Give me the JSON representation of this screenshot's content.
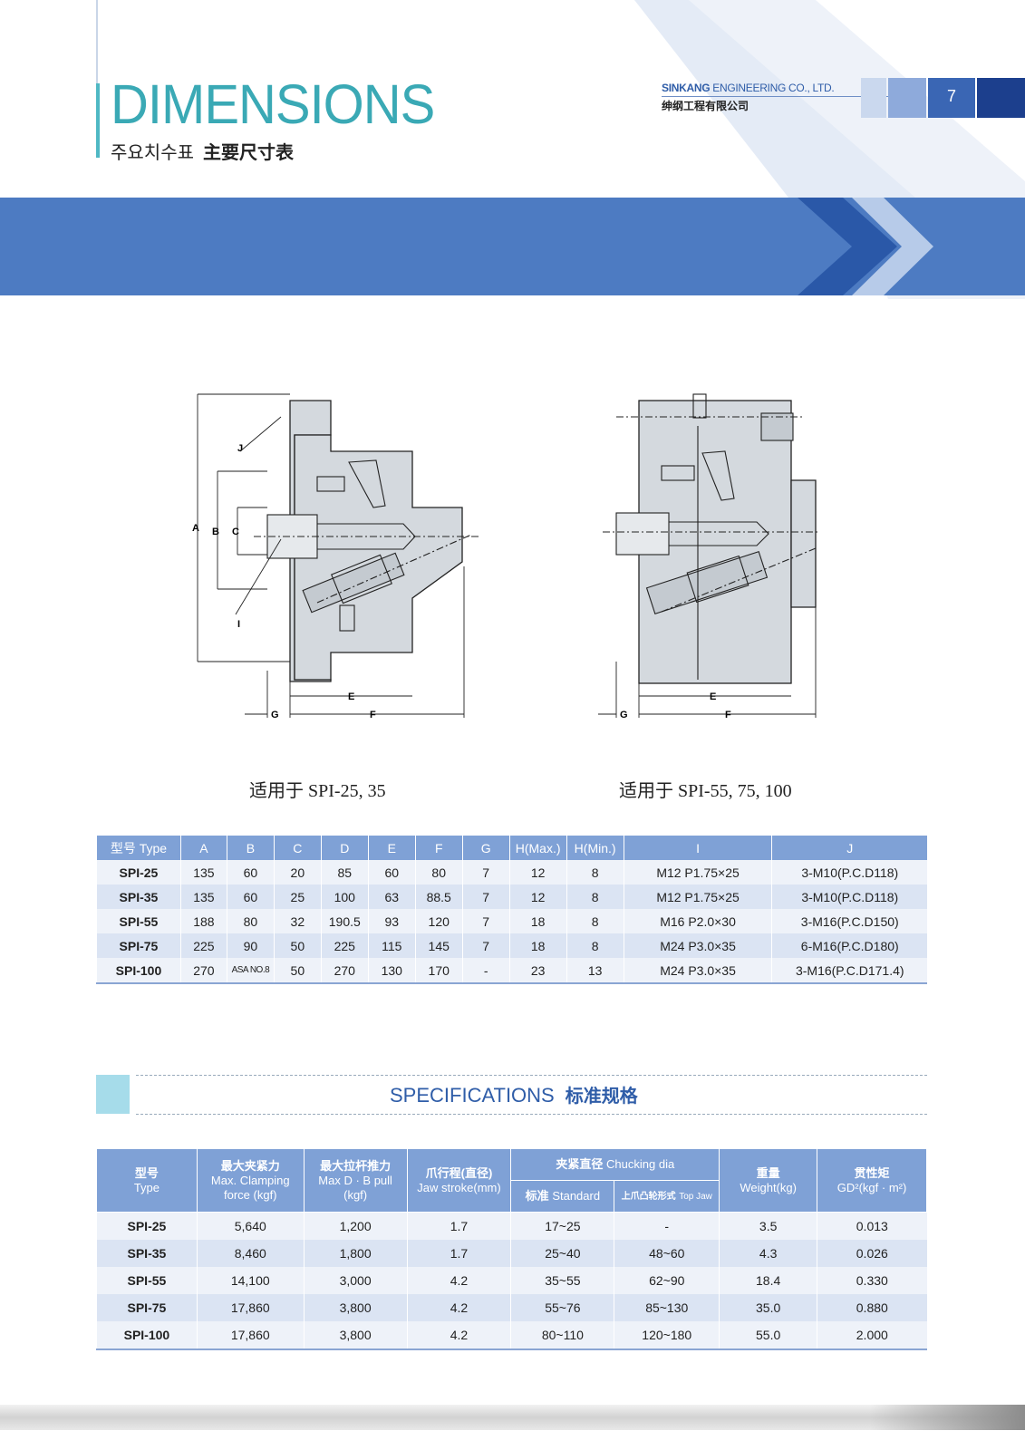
{
  "header": {
    "title": "DIMENSIONS",
    "subtitle_kr": "주요치수표",
    "subtitle_cn": "主要尺寸表",
    "company_bold": "SINKANG",
    "company_rest": " ENGINEERING CO., LTD.",
    "company_cn": "绅纲工程有限公司",
    "page_number": "7"
  },
  "drawings": {
    "left_caption": "适用于 SPI-25, 35",
    "right_caption": "适用于 SPI-55, 75, 100",
    "labels": [
      "A",
      "B",
      "C",
      "E",
      "F",
      "G",
      "J",
      "I"
    ]
  },
  "dimensions_table": {
    "headers": [
      "型号 Type",
      "A",
      "B",
      "C",
      "D",
      "E",
      "F",
      "G",
      "H(Max.)",
      "H(Min.)",
      "I",
      "J"
    ],
    "rows": [
      [
        "SPI-25",
        "135",
        "60",
        "20",
        "85",
        "60",
        "80",
        "7",
        "12",
        "8",
        "M12 P1.75×25",
        "3-M10(P.C.D118)"
      ],
      [
        "SPI-35",
        "135",
        "60",
        "25",
        "100",
        "63",
        "88.5",
        "7",
        "12",
        "8",
        "M12 P1.75×25",
        "3-M10(P.C.D118)"
      ],
      [
        "SPI-55",
        "188",
        "80",
        "32",
        "190.5",
        "93",
        "120",
        "7",
        "18",
        "8",
        "M16 P2.0×30",
        "3-M16(P.C.D150)"
      ],
      [
        "SPI-75",
        "225",
        "90",
        "50",
        "225",
        "115",
        "145",
        "7",
        "18",
        "8",
        "M24 P3.0×35",
        "6-M16(P.C.D180)"
      ],
      [
        "SPI-100",
        "270",
        "ASA NO.8",
        "50",
        "270",
        "130",
        "170",
        "-",
        "23",
        "13",
        "M24 P3.0×35",
        "3-M16(P.C.D171.4)"
      ]
    ]
  },
  "specifications": {
    "title": "SPECIFICATIONS",
    "title_cn": "标准规格",
    "headers": {
      "type_cn": "型号",
      "type_en": "Type",
      "clamp_cn": "最大夹紧力",
      "clamp_en1": "Max. Clamping",
      "clamp_en2": "force (kgf)",
      "pull_cn": "最大拉杆推力",
      "pull_en1": "Max D · B pull",
      "pull_en2": "(kgf)",
      "stroke_cn": "爪行程(直径)",
      "stroke_en": "Jaw stroke(mm)",
      "chuck_cn": "夹紧直径",
      "chuck_en": "Chucking dia",
      "std_cn": "标准",
      "std_en": "Standard",
      "top_cn": "上爪凸轮形式",
      "top_en": "Top Jaw",
      "weight_cn": "重量",
      "weight_en": "Weight(kg)",
      "gd_cn": "贯性矩",
      "gd_en": "GD²(kgf · m²)"
    },
    "rows": [
      [
        "SPI-25",
        "5,640",
        "1,200",
        "1.7",
        "17~25",
        "-",
        "3.5",
        "0.013"
      ],
      [
        "SPI-35",
        "8,460",
        "1,800",
        "1.7",
        "25~40",
        "48~60",
        "4.3",
        "0.026"
      ],
      [
        "SPI-55",
        "14,100",
        "3,000",
        "4.2",
        "35~55",
        "62~90",
        "18.4",
        "0.330"
      ],
      [
        "SPI-75",
        "17,860",
        "3,800",
        "4.2",
        "55~76",
        "85~130",
        "35.0",
        "0.880"
      ],
      [
        "SPI-100",
        "17,860",
        "3,800",
        "4.2",
        "80~110",
        "120~180",
        "55.0",
        "2.000"
      ]
    ]
  },
  "colors": {
    "accent_teal": "#3aa9b5",
    "band_blue": "#4d7bc2",
    "table_header": "#7fa1d6",
    "row_light": "#eef2f9",
    "row_dark": "#dbe4f3"
  }
}
